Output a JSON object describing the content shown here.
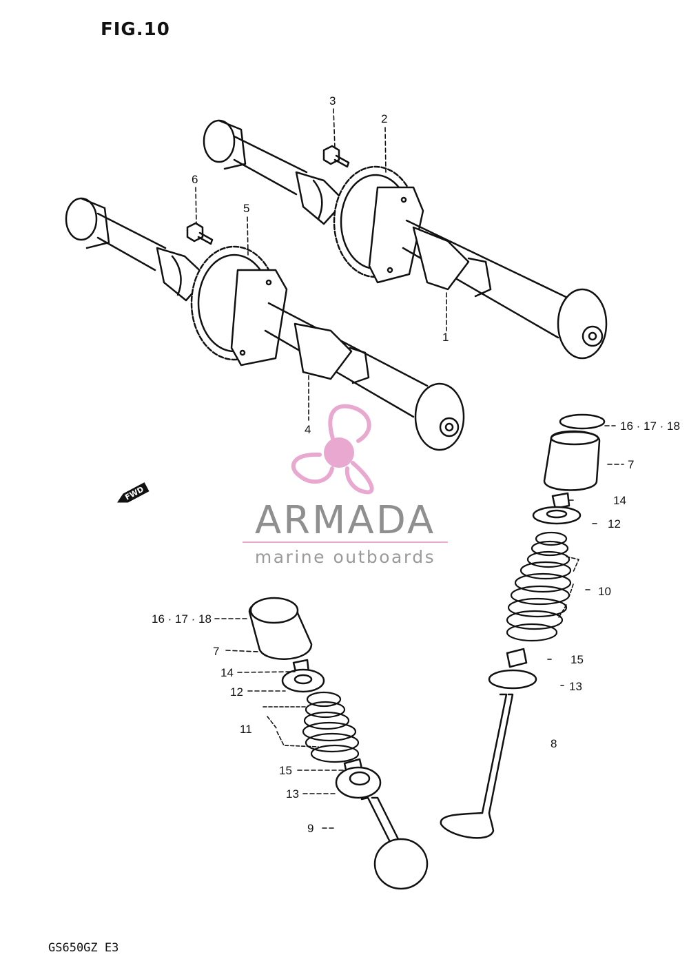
{
  "figure": {
    "title": "FIG.10",
    "model_code": "GS650GZ  E3"
  },
  "direction_marker": "FWD",
  "watermark": {
    "brand": "ARMADA",
    "tagline": "marine outboards",
    "accent_color": "#e9a8cf",
    "text_color": "#8f8f8f"
  },
  "callouts": {
    "c1": "1",
    "c2": "2",
    "c3": "3",
    "c4": "4",
    "c5": "5",
    "c6": "6",
    "c7r": "7",
    "c10": "10",
    "c12r": "12",
    "c13r": "13",
    "c14r": "14",
    "c15r": "15",
    "c16r": "16 · 17 · 18",
    "c8": "8",
    "c16l": "16 · 17 · 18",
    "c7l": "7",
    "c14l": "14",
    "c12l": "12",
    "c11": "11",
    "c15l": "15",
    "c13l": "13",
    "c9": "9"
  }
}
